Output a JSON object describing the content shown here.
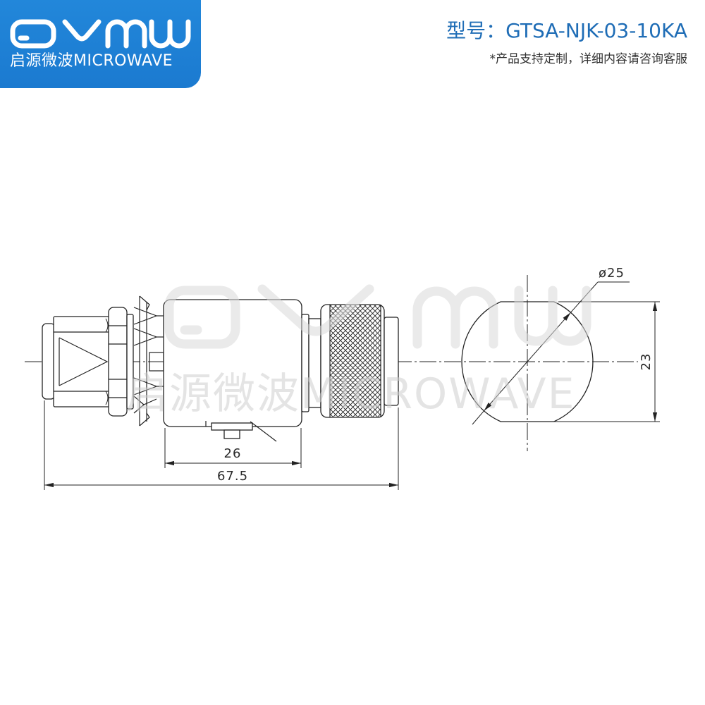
{
  "logo": {
    "logo_text": "QYMW",
    "company_name": "启源微波MICROWAVE",
    "background_color": "#1d7fd4",
    "text_color": "#ffffff"
  },
  "header": {
    "model": "型号：GTSA-NJK-03-10KA",
    "note": "*产品支持定制，详细内容请咨询客服",
    "model_color": "#1f6db6"
  },
  "watermark": {
    "logo_text": "QYMW",
    "company_name": "启源微波MICROWAVE"
  },
  "drawing": {
    "dimensions": {
      "body_length": "26",
      "overall_length": "67.5",
      "diameter": "ø25",
      "flat_height": "23"
    },
    "line_color": "#222222"
  }
}
